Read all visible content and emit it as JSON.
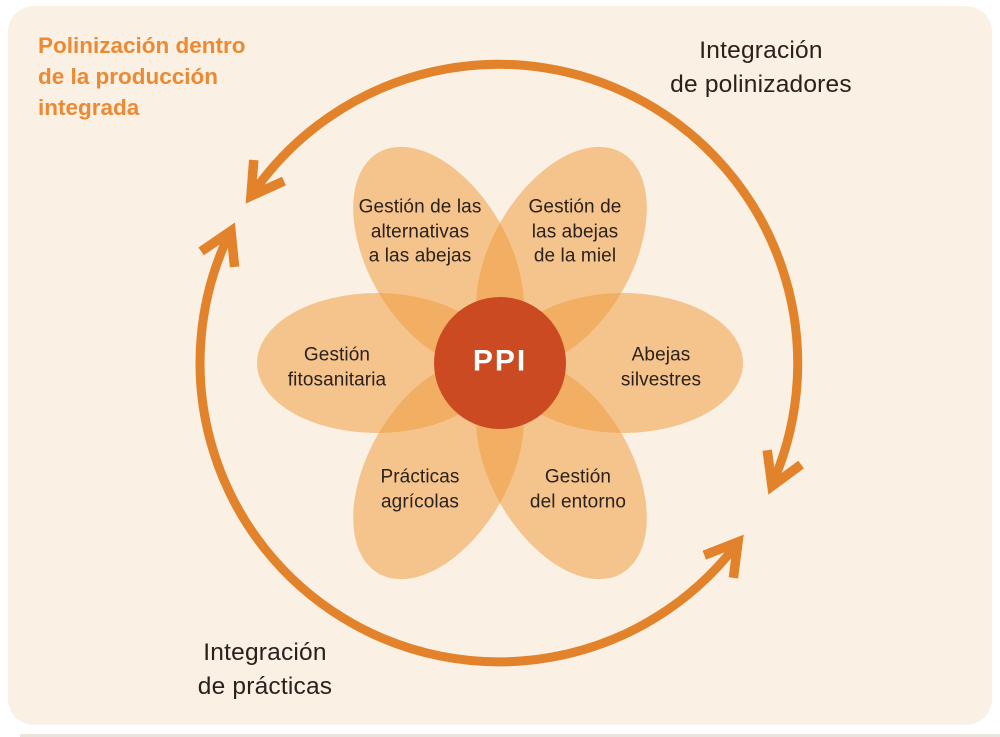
{
  "title": "Polinización dentro\nde la producción\nintegrada",
  "cycle_labels": {
    "top_right": "Integración\nde polinizadores",
    "bottom_left": "Integración\nde prácticas"
  },
  "center": {
    "label": "PPI"
  },
  "petals": [
    {
      "position": "top-left",
      "label": "Gestión de las\nalternativas\na las abejas"
    },
    {
      "position": "top-right",
      "label": "Gestión de\nlas abejas\nde la miel"
    },
    {
      "position": "left",
      "label": "Gestión\nfitosanitaria"
    },
    {
      "position": "right",
      "label": "Abejas\nsilvestres"
    },
    {
      "position": "bottom-left",
      "label": "Prácticas\nagrícolas"
    },
    {
      "position": "bottom-right",
      "label": "Gestión\ndel entorno"
    }
  ],
  "colors": {
    "accent": "#EC8A33",
    "arc": "#E2822A",
    "petal": "#F09838",
    "center_circle": "#CC4A22",
    "card_bg": "#FAF0E3",
    "ink": "#2B211C"
  }
}
